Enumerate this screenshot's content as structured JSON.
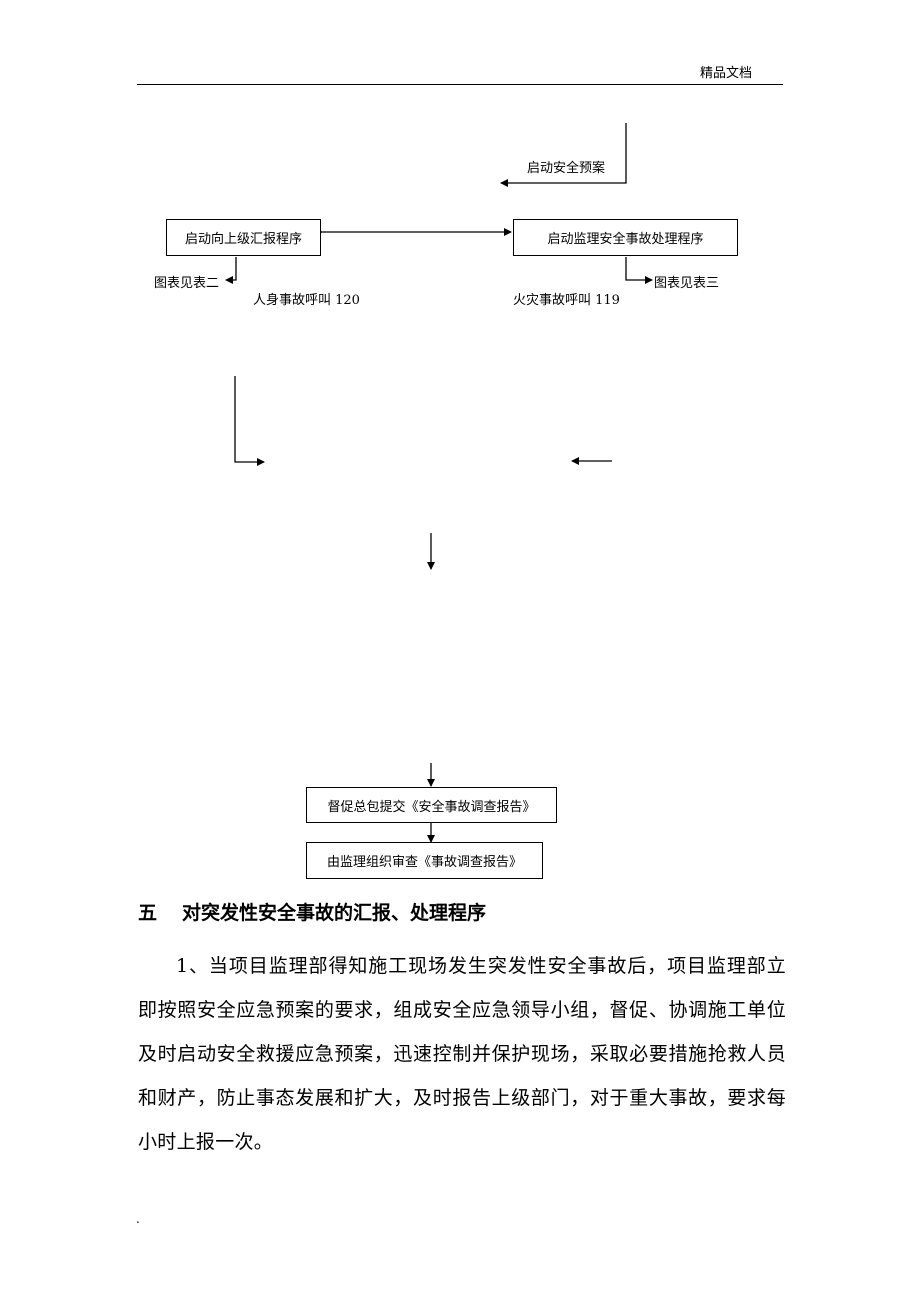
{
  "header": {
    "label": "精品文档"
  },
  "flowchart": {
    "start_label": "启动安全预案",
    "box_report_upward": "启动向上级汇报程序",
    "box_supervision": "启动监理安全事故处理程序",
    "note_left": "图表见表二",
    "note_right": "图表见表三",
    "injury_call": "人身事故呼叫 120",
    "fire_call": "火灾事故呼叫 119",
    "box_urge_report": "督促总包提交《安全事故调查报告》",
    "box_review_report": "由监理组织审查《事故调查报告》"
  },
  "section": {
    "number": "五",
    "title": "对突发性安全事故的汇报、处理程序",
    "paragraph": "1、当项目监理部得知施工现场发生突发性安全事故后，项目监理部立即按照安全应急预案的要求，组成安全应急领导小组，督促、协调施工单位及时启动安全救援应急预案，迅速控制并保护现场，采取必要措施抢救人员和财产，防止事态发展和扩大，及时报告上级部门，对于重大事故，要求每小时上报一次。"
  },
  "footer": {
    "mark": "."
  }
}
